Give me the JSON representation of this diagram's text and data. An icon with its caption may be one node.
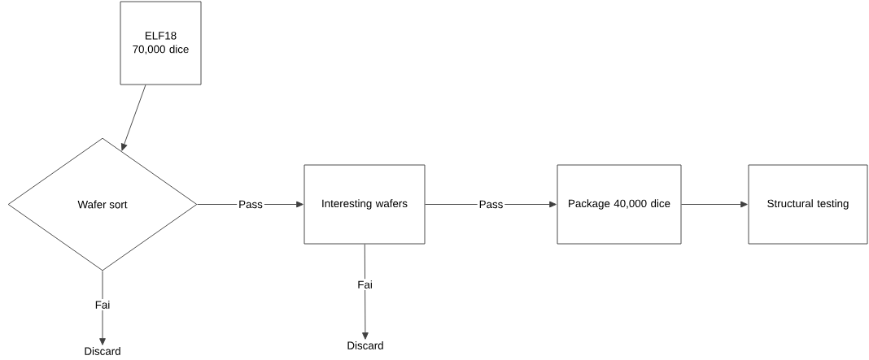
{
  "diagram": {
    "nodes": [
      {
        "text": [
          "ELF18 70,000 dice"
        ]
      },
      {
        "text": [
          "Wafer sort"
        ]
      },
      {
        "text": [
          "Interesting wafers"
        ]
      },
      {
        "text": [
          "Package 40,000 dice"
        ]
      },
      {
        "text": [
          "Structural testing"
        ]
      },
      {
        "text": [
          "Discard"
        ]
      },
      {
        "text": [
          "Discard"
        ]
      }
    ],
    "edges": [
      {
        "from": 0,
        "to": 1,
        "arrow": "to"
      },
      {
        "from": 1,
        "to": 2,
        "arrow": "to",
        "label": "Pass"
      },
      {
        "from": 2,
        "to": 3,
        "arrow": "to",
        "label": "Pass"
      },
      {
        "from": 3,
        "to": 4,
        "arrow": "to"
      },
      {
        "from": 1,
        "to": 5,
        "arrow": "to",
        "label": "Fai"
      },
      {
        "from": 2,
        "to": 6,
        "arrow": "to",
        "label": "Fai"
      }
    ]
  }
}
